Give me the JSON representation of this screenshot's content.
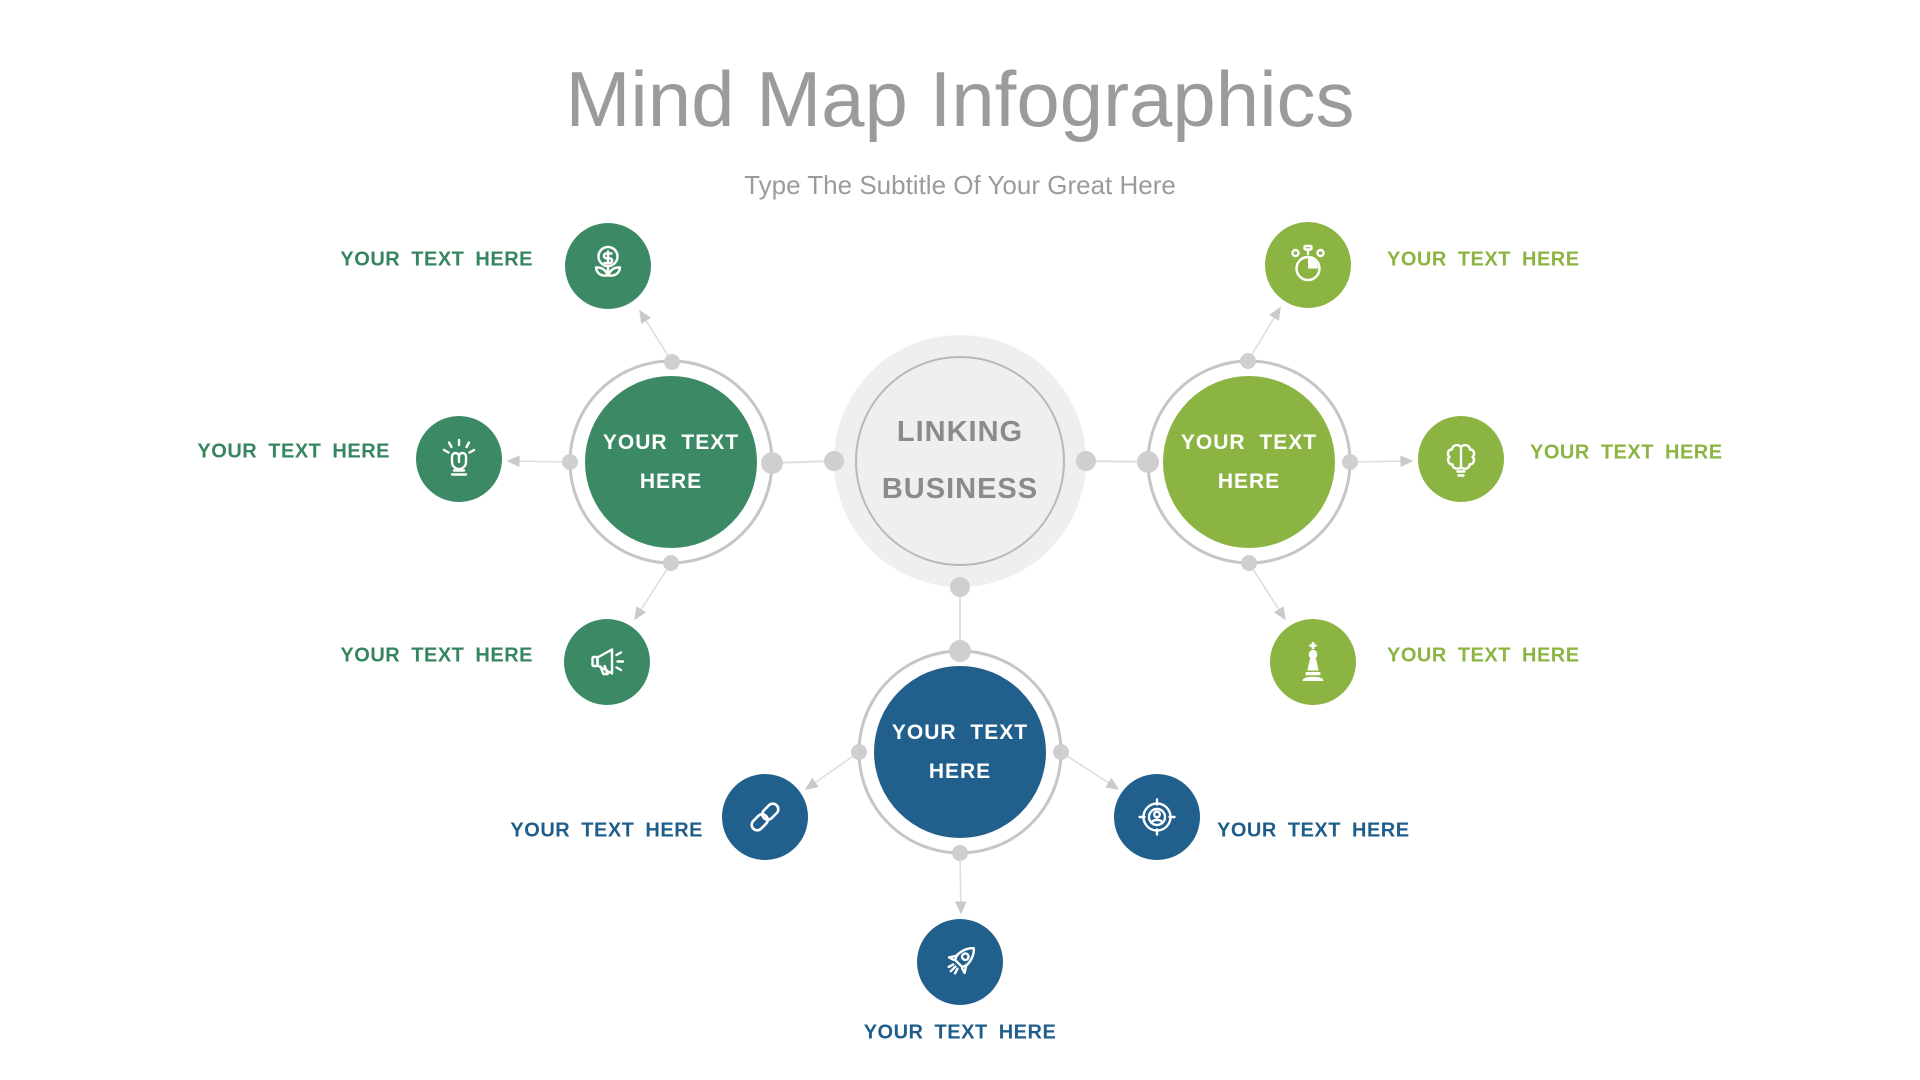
{
  "header": {
    "title": "Mind Map Infographics",
    "subtitle": "Type The Subtitle Of Your Great Here"
  },
  "center": {
    "line1": "LINKING",
    "line2": "BUSINESS"
  },
  "branches": [
    {
      "id": "green",
      "color": "#3c8a65",
      "node_line1": "YOUR TEXT",
      "node_line2": "HERE",
      "satellites": [
        {
          "icon": "money-plant-icon",
          "label": "YOUR TEXT HERE"
        },
        {
          "icon": "fist-rays-icon",
          "label": "YOUR TEXT HERE"
        },
        {
          "icon": "megaphone-icon",
          "label": "YOUR TEXT HERE"
        }
      ]
    },
    {
      "id": "olive",
      "color": "#8cb442",
      "node_line1": "YOUR TEXT",
      "node_line2": "HERE",
      "satellites": [
        {
          "icon": "stopwatch-icon",
          "label": "YOUR TEXT HERE"
        },
        {
          "icon": "brain-icon",
          "label": "YOUR TEXT HERE"
        },
        {
          "icon": "chess-piece-icon",
          "label": "YOUR TEXT HERE"
        }
      ]
    },
    {
      "id": "blue",
      "color": "#21608d",
      "node_line1": "YOUR TEXT",
      "node_line2": "HERE",
      "satellites": [
        {
          "icon": "chain-link-icon",
          "label": "YOUR TEXT HERE"
        },
        {
          "icon": "target-audience-icon",
          "label": "YOUR TEXT HERE"
        },
        {
          "icon": "rocket-icon",
          "label": "YOUR TEXT HERE"
        }
      ]
    }
  ],
  "palette": {
    "green": "#3c8a65",
    "olive": "#8cb442",
    "blue": "#21608d",
    "center_fill": "#efefef",
    "center_text": "#8b8b8b",
    "ring_stroke": "#c6c6c6",
    "connector": "#dedede",
    "dot": "#cfcfcf",
    "title_gray": "#9b9b9b"
  }
}
